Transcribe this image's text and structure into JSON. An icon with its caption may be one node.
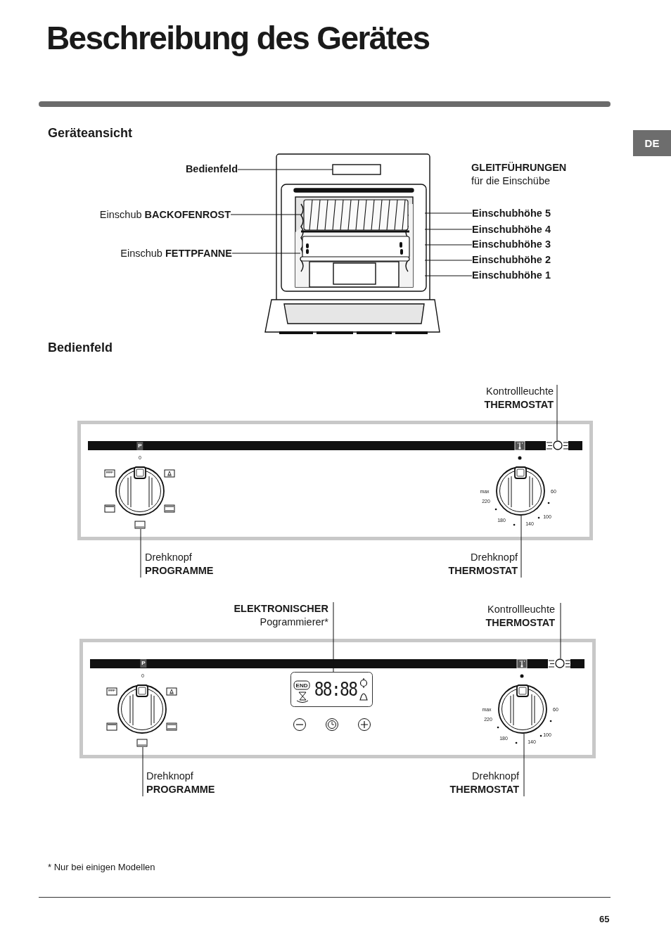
{
  "diagram": {
    "title": "Beschreibung des Gerätes",
    "nodes": [
      {
        "text": [
          "Bedienfeld"
        ]
      },
      {
        "text": [],
        "shape": "box"
      },
      {
        "text": [
          "Einschub **BACKOFENROST**"
        ]
      },
      {
        "text": [],
        "shape": "bar"
      },
      {
        "text": [
          "Einschub **FETTPFANNE**"
        ]
      },
      {
        "text": [],
        "shape": "bar"
      },
      {
        "text": [
          "Einschubhöhe 5"
        ]
      },
      {
        "text": [
          "Einschubhöhe 4"
        ]
      },
      {
        "text": [
          "Einschubhöhe 3"
        ]
      },
      {
        "text": [
          "Einschubhöhe 2"
        ]
      },
      {
        "text": [
          "Einschubhöhe 1"
        ]
      },
      {
        "text": [
          "Kontrollleuchte",
          "THERMOSTAT"
        ]
      },
      {
        "text": [],
        "shape": "box"
      },
      {
        "text": [],
        "shape": "circle",
        "in": 12
      },
      {
        "text": [],
        "shape": "circle",
        "in": 12
      },
      {
        "text": [],
        "shape": "circle",
        "in": 12
      },
      {
        "text": [
          "Drehknopf",
          "PROGRAMME"
        ]
      },
      {
        "text": [
          "Drehknopf",
          "THERMOSTAT"
        ]
      },
      {
        "text": [
          "ELEKTRONISCHER",
          "Pogrammierer*"
        ]
      },
      {
        "text": [
          "Kontrollleuchte",
          "THERMOSTAT"
        ]
      },
      {
        "text": [],
        "shape": "box"
      },
      {
        "text": [],
        "shape": "box",
        "in": 20
      },
      {
        "text": [],
        "shape": "circle",
        "in": 20
      },
      {
        "text": [],
        "shape": "circle",
        "in": 20
      },
      {
        "text": [],
        "shape": "circle",
        "in": 20
      },
      {
        "text": [
          "Drehknopf",
          "PROGRAMME"
        ]
      },
      {
        "text": [
          "Drehknopf",
          "THERMOSTAT"
        ]
      }
    ],
    "edges": [
      {
        "from": 0,
        "to": 1,
        "arrow": "none"
      },
      {
        "from": 2,
        "to": 3,
        "arrow": "none"
      },
      {
        "from": 4,
        "to": 5,
        "arrow": "none"
      },
      {
        "from": 6,
        "to": null,
        "arrow": "none"
      },
      {
        "from": 7,
        "to": null,
        "arrow": "none"
      },
      {
        "from": 8,
        "to": null,
        "arrow": "none"
      },
      {
        "from": 9,
        "to": null,
        "arrow": "none"
      },
      {
        "from": 10,
        "to": null,
        "arrow": "none"
      },
      {
        "from": 11,
        "to": 13,
        "arrow": "none"
      },
      {
        "from": 16,
        "to": 14,
        "arrow": "none"
      },
      {
        "from": 17,
        "to": 15,
        "arrow": "none"
      },
      {
        "from": 18,
        "to": 21,
        "arrow": "none"
      },
      {
        "from": 19,
        "to": 22,
        "arrow": "none"
      },
      {
        "from": 25,
        "to": 23,
        "arrow": "none"
      },
      {
        "from": 26,
        "to": 24,
        "arrow": "none"
      }
    ],
    "labels": [
      "DE",
      "Geräteansicht",
      "GLEITFÜHRUNGEN",
      "für die Einschübe",
      "Bedienfeld",
      "P",
      "0",
      "max",
      "220",
      "60",
      "180",
      "140",
      "100",
      "P",
      "0",
      "END",
      "88:88",
      "max",
      "220",
      "60",
      "180",
      "140",
      "100",
      "* Nur bei einigen Modellen",
      "65"
    ]
  }
}
